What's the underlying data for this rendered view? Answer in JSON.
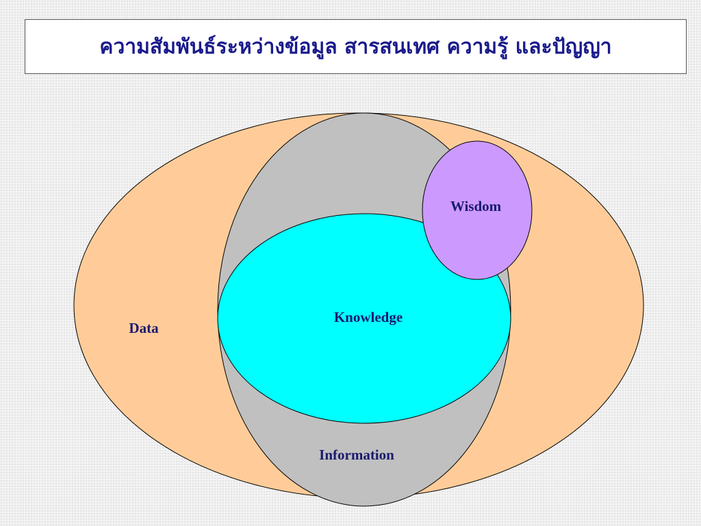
{
  "title": "ความสัมพันธ์ระหว่างข้อมูล สารสนเทศ  ความรู้  และปัญญา",
  "diagram": {
    "data_label": "Data",
    "information_label": "Information",
    "knowledge_label": "Knowledge",
    "wisdom_label": "Wisdom"
  },
  "colors": {
    "data_fill": "#ffcc99",
    "information_fill": "#c0c0c0",
    "knowledge_fill": "#00ffff",
    "wisdom_fill": "#cc99ff",
    "title_text": "#1a1a8c",
    "label_text": "#1a1a6e"
  }
}
